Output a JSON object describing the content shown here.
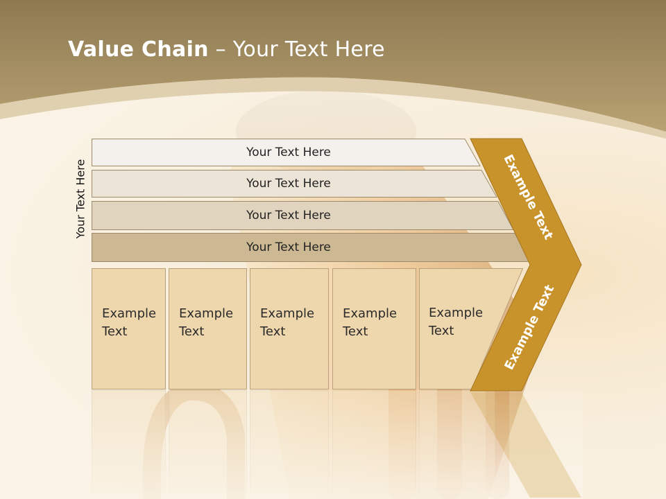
{
  "slide": {
    "title_bold": "Value Chain",
    "title_rest": " – Your Text Here",
    "vertical_label": "Your Text Here",
    "rows": [
      {
        "label": "Your Text Here",
        "fill": "#f4f1ec"
      },
      {
        "label": "Your Text Here",
        "fill": "#ece4d6"
      },
      {
        "label": "Your Text Here",
        "fill": "#e0d4bf"
      },
      {
        "label": "Your Text Here",
        "fill": "#ccb994"
      }
    ],
    "boxes": [
      {
        "label": "Example\nText"
      },
      {
        "label": "Example\nText"
      },
      {
        "label": "Example\nText"
      },
      {
        "label": "Example\nText"
      },
      {
        "label": "Example\nText"
      }
    ],
    "chevron": {
      "upper_label": "Example Text",
      "lower_label": "Example Text",
      "color": "#c9932c"
    },
    "colors": {
      "header_dark": "#8d7a52",
      "header_light": "#b9a172",
      "box_fill": "#efd7ad"
    }
  }
}
